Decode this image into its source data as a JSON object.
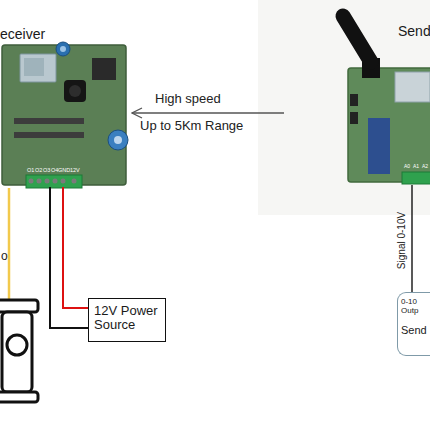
{
  "diagram": {
    "nodes": [
      {
        "text": [
          "eceiver"
        ]
      },
      {
        "text": [
          "Send"
        ]
      },
      {
        "text": [
          "12V Power Source"
        ]
      },
      {
        "text": [
          "0-10 Outp",
          "Send"
        ]
      }
    ],
    "edges": [
      {
        "from": 1,
        "to": 0,
        "arrow": "to",
        "label": "High speed"
      },
      {
        "from": 0,
        "to": 2,
        "arrow": "none"
      },
      {
        "from": 0,
        "to": 2,
        "arrow": "none"
      },
      {
        "from": 1,
        "to": 3,
        "arrow": "none",
        "label": "Signal 0-10V"
      }
    ],
    "labels": [
      "Up to 5Km Range",
      "O1",
      "O2",
      "O3",
      "O4",
      "GND",
      "12V",
      "A0",
      "A1",
      "A2",
      "o"
    ]
  }
}
